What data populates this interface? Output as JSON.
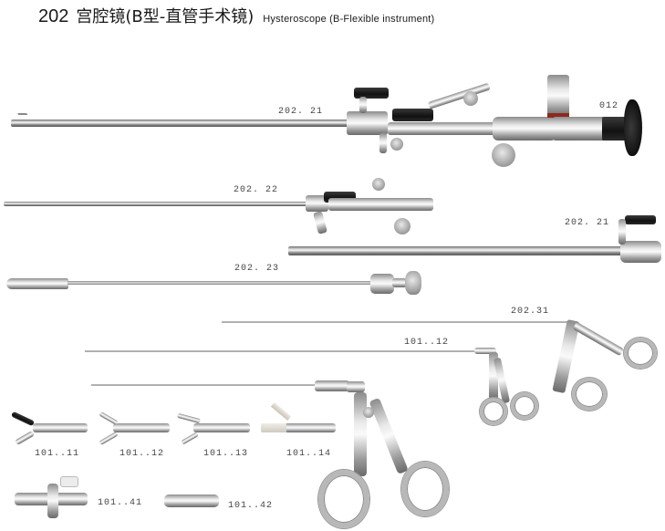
{
  "title": {
    "number": "202",
    "chinese": "宫腔镜(B型-直管手术镜)",
    "english": "Hysteroscope (B-Flexible instrument)"
  },
  "labels": {
    "telescope_sheath_top": "202. 21",
    "eyepiece": "012",
    "operating_sheath": "202. 22",
    "outer_sheath": "202. 21",
    "obturator": "202. 23",
    "forceps_long": "202.31",
    "forceps_mid": "101..12",
    "tip_11": "101..11",
    "tip_12": "101..12",
    "tip_13": "101..13",
    "tip_14": "101..14",
    "stopcock_41": "101..41",
    "connector_42": "101..42"
  }
}
